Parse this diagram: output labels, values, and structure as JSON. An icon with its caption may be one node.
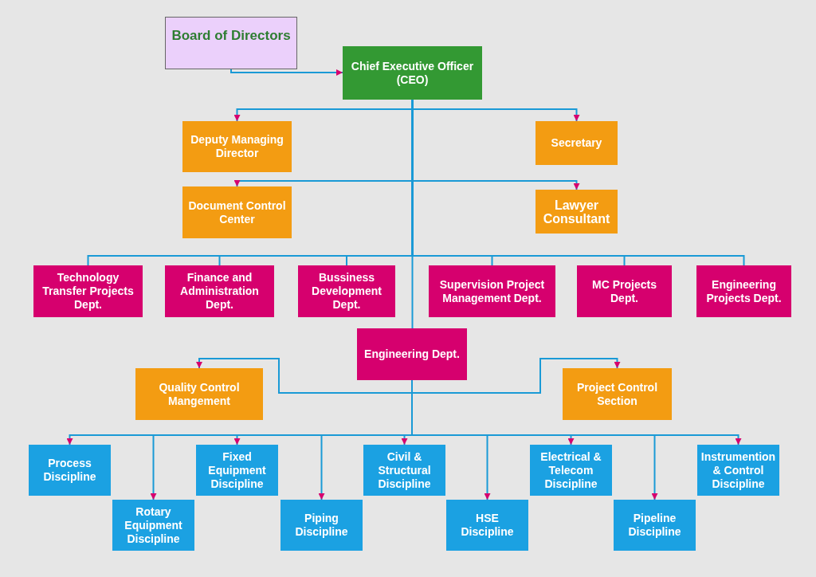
{
  "diagram": {
    "nodes": [
      {
        "text": [
          "Board of Directors"
        ]
      },
      {
        "text": [
          "Chief Executive Officer (CEO)"
        ]
      },
      {
        "text": [
          "Deputy Managing Director"
        ]
      },
      {
        "text": [
          "Secretary"
        ]
      },
      {
        "text": [
          "Document Control Center"
        ]
      },
      {
        "text": [
          "Lawyer Consultant"
        ]
      },
      {
        "text": [
          "Technology Transfer Projects Dept."
        ]
      },
      {
        "text": [
          "Finance and Administration Dept."
        ]
      },
      {
        "text": [
          "Bussiness Development Dept."
        ]
      },
      {
        "text": [
          "Supervision Project Management Dept."
        ]
      },
      {
        "text": [
          "MC Projects Dept."
        ]
      },
      {
        "text": [
          "Engineering Projects Dept."
        ]
      },
      {
        "text": [
          "Engineering Dept."
        ]
      },
      {
        "text": [
          "Quality Control Mangement"
        ]
      },
      {
        "text": [
          "Project Control Section"
        ]
      },
      {
        "text": [
          "Process Discipline"
        ]
      },
      {
        "text": [
          "Rotary Equipment Discipline"
        ]
      },
      {
        "text": [
          "Fixed Equipment Discipline"
        ]
      },
      {
        "text": [
          "Piping Discipline"
        ]
      },
      {
        "text": [
          "Civil & Structural Discipline"
        ]
      },
      {
        "text": [
          "HSE Discipline"
        ]
      },
      {
        "text": [
          "Electrical & Telecom Discipline"
        ]
      },
      {
        "text": [
          "Pipeline Discipline"
        ]
      },
      {
        "text": [
          "Instrumention & Control Discipline"
        ]
      }
    ],
    "edges": [
      {
        "from": 0,
        "to": 1,
        "arrow": "to"
      },
      {
        "from": 1,
        "to": 2,
        "arrow": "to"
      },
      {
        "from": 1,
        "to": 3,
        "arrow": "to"
      },
      {
        "from": 1,
        "to": 4,
        "arrow": "to"
      },
      {
        "from": 1,
        "to": 5,
        "arrow": "to"
      },
      {
        "from": 1,
        "to": 6,
        "arrow": "none"
      },
      {
        "from": 1,
        "to": 7,
        "arrow": "none"
      },
      {
        "from": 1,
        "to": 8,
        "arrow": "none"
      },
      {
        "from": 1,
        "to": 9,
        "arrow": "none"
      },
      {
        "from": 1,
        "to": 10,
        "arrow": "none"
      },
      {
        "from": 1,
        "to": 11,
        "arrow": "none"
      },
      {
        "from": 1,
        "to": 12,
        "arrow": "none"
      },
      {
        "from": 12,
        "to": 13,
        "arrow": "to"
      },
      {
        "from": 12,
        "to": 14,
        "arrow": "to"
      },
      {
        "from": 12,
        "to": 15,
        "arrow": "to"
      },
      {
        "from": 12,
        "to": 16,
        "arrow": "to"
      },
      {
        "from": 12,
        "to": 17,
        "arrow": "to"
      },
      {
        "from": 12,
        "to": 18,
        "arrow": "to"
      },
      {
        "from": 12,
        "to": 19,
        "arrow": "to"
      },
      {
        "from": 12,
        "to": 20,
        "arrow": "to"
      },
      {
        "from": 12,
        "to": 21,
        "arrow": "to"
      },
      {
        "from": 12,
        "to": 22,
        "arrow": "to"
      },
      {
        "from": 12,
        "to": 23,
        "arrow": "to"
      }
    ]
  }
}
